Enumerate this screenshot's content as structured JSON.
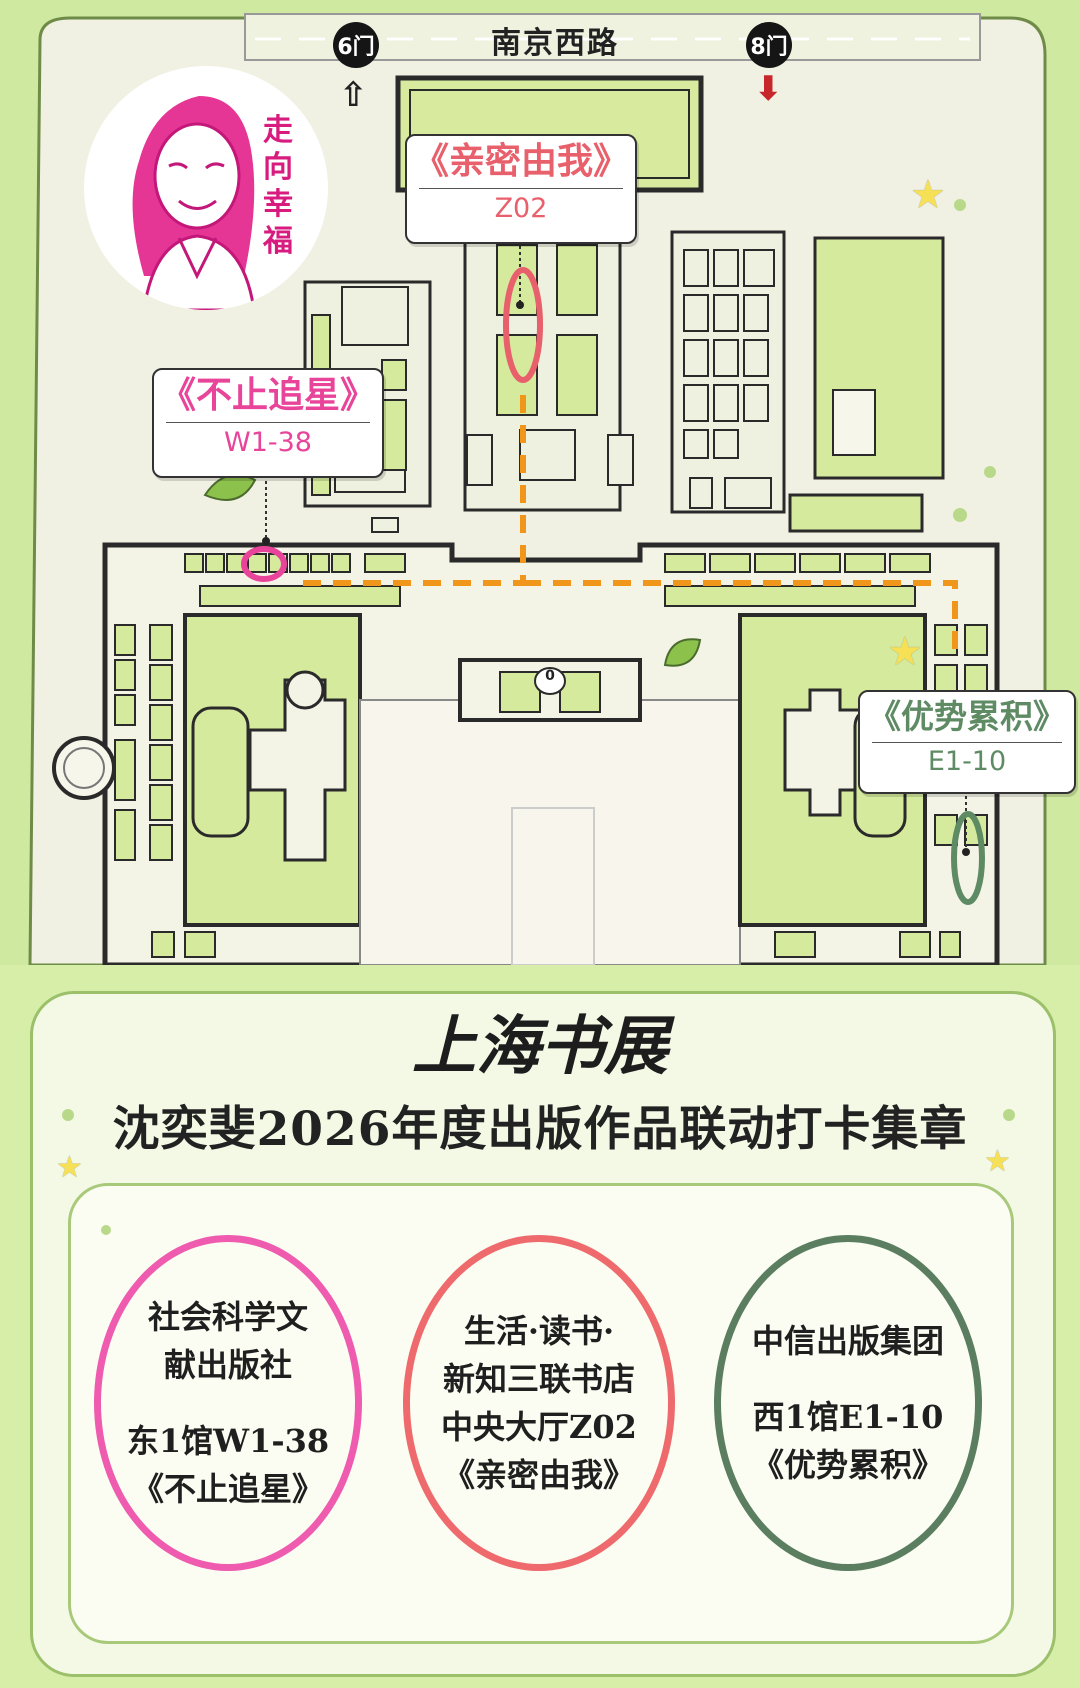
{
  "map": {
    "road_name": "南京西路",
    "gates": [
      {
        "label": "6门",
        "arrow": "⇧"
      },
      {
        "label": "8门",
        "arrow": "⬇"
      }
    ],
    "center_label": "0",
    "logo": {
      "text": "走向幸福"
    },
    "callouts": [
      {
        "title": "《亲密由我》",
        "code": "Z02",
        "color": "#e8606b"
      },
      {
        "title": "《不止追星》",
        "code": "W1-38",
        "color": "#e8459a"
      },
      {
        "title": "《优势累积》",
        "code": "E1-10",
        "color": "#5e8a64"
      }
    ],
    "colors": {
      "route": "#f0961a",
      "building": "#d5ea9d",
      "outline": "#2a2a2a"
    }
  },
  "card": {
    "title": "上海书展",
    "subtitle": "沈奕斐2026年度出版作品联动打卡集章",
    "stamps": [
      {
        "lines": [
          "社会科学文",
          "献出版社",
          "",
          "东1馆W1-38",
          "《不止追星》"
        ],
        "color": "#ef5bae"
      },
      {
        "lines": [
          "生活·读书·",
          "新知三联书店",
          "中央大厅Z02",
          "《亲密由我》"
        ],
        "color": "#ee6a6d"
      },
      {
        "lines": [
          "中信出版集团",
          "",
          "西1馆E1-10",
          "《优势累积》"
        ],
        "color": "#5a7e5f"
      }
    ]
  }
}
